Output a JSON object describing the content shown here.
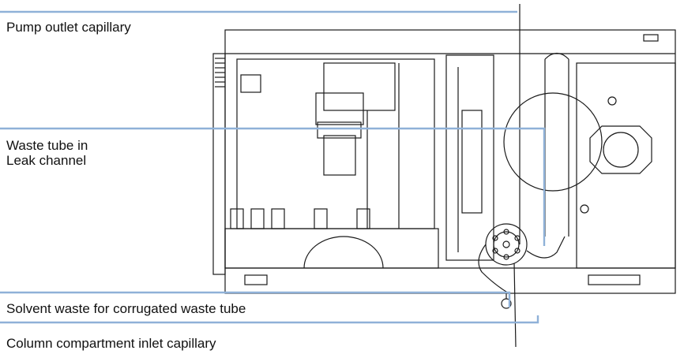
{
  "callouts": {
    "pump_outlet": "Pump outlet capillary",
    "waste_tube_line1": "Waste tube in",
    "waste_tube_line2": "Leak channel",
    "solvent_waste": "Solvent waste for corrugated waste tube",
    "column_inlet": "Column compartment inlet capillary"
  },
  "colors": {
    "leader_line": "#8FB1D8",
    "device_outline": "#1a1a1a",
    "label_text": "#111111"
  }
}
